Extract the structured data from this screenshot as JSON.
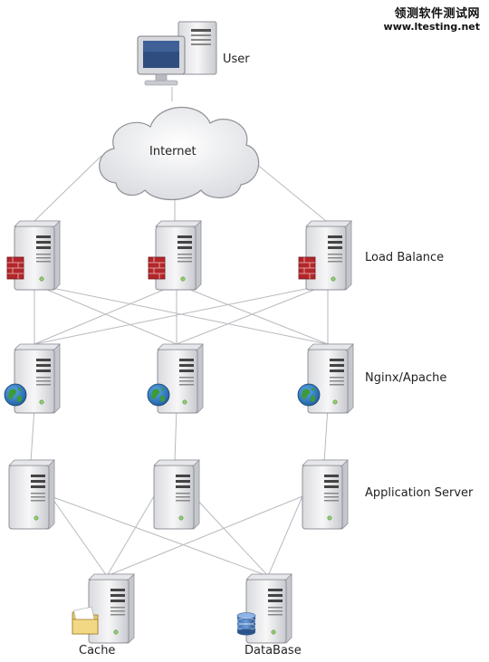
{
  "labels": {
    "user": "User",
    "internet": "Internet",
    "load_balance": "Load Balance",
    "nginx_apache": "Nginx/Apache",
    "application_server": "Application Server",
    "cache": "Cache",
    "database": "DataBase"
  },
  "watermark": {
    "line1": "领测软件测试网",
    "line2": "www.ltesting.net"
  }
}
